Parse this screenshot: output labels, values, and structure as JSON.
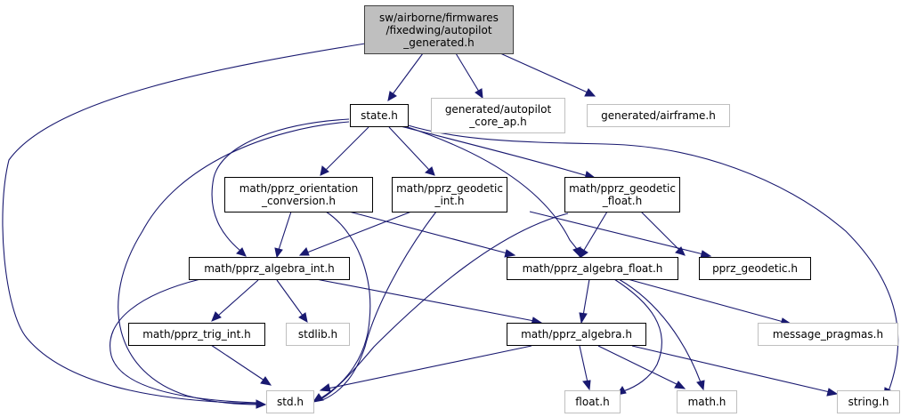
{
  "graph": {
    "title": "Include dependency graph for autopilot_generated.h",
    "colors": {
      "edge": "#191970",
      "root_fill": "#bfbfbf",
      "local_border": "#000000",
      "external_border": "#bfbfbf"
    },
    "nodes": {
      "root": {
        "label": "sw/airborne/firmwares\n/fixedwing/autopilot\n_generated.h",
        "kind": "root"
      },
      "state": {
        "label": "state.h",
        "kind": "local"
      },
      "autopilot_core_ap": {
        "label": "generated/autopilot\n_core_ap.h",
        "kind": "external"
      },
      "airframe": {
        "label": "generated/airframe.h",
        "kind": "external"
      },
      "orientation_conversion": {
        "label": "math/pprz_orientation\n_conversion.h",
        "kind": "local"
      },
      "geodetic_int": {
        "label": "math/pprz_geodetic\n_int.h",
        "kind": "local"
      },
      "geodetic_float": {
        "label": "math/pprz_geodetic\n_float.h",
        "kind": "local"
      },
      "algebra_int": {
        "label": "math/pprz_algebra_int.h",
        "kind": "local"
      },
      "algebra_float": {
        "label": "math/pprz_algebra_float.h",
        "kind": "local"
      },
      "pprz_geodetic": {
        "label": "pprz_geodetic.h",
        "kind": "local"
      },
      "trig_int": {
        "label": "math/pprz_trig_int.h",
        "kind": "local"
      },
      "stdlib": {
        "label": "stdlib.h",
        "kind": "external"
      },
      "algebra": {
        "label": "math/pprz_algebra.h",
        "kind": "local"
      },
      "message_pragmas": {
        "label": "message_pragmas.h",
        "kind": "external"
      },
      "std": {
        "label": "std.h",
        "kind": "external"
      },
      "float": {
        "label": "float.h",
        "kind": "external"
      },
      "math": {
        "label": "math.h",
        "kind": "external"
      },
      "string": {
        "label": "string.h",
        "kind": "external"
      }
    },
    "edges": [
      [
        "root",
        "state"
      ],
      [
        "root",
        "autopilot_core_ap"
      ],
      [
        "root",
        "airframe"
      ],
      [
        "root",
        "std"
      ],
      [
        "state",
        "orientation_conversion"
      ],
      [
        "state",
        "geodetic_int"
      ],
      [
        "state",
        "geodetic_float"
      ],
      [
        "state",
        "algebra_int"
      ],
      [
        "state",
        "algebra_float"
      ],
      [
        "state",
        "std"
      ],
      [
        "state",
        "string"
      ],
      [
        "orientation_conversion",
        "algebra_int"
      ],
      [
        "orientation_conversion",
        "algebra_float"
      ],
      [
        "orientation_conversion",
        "std"
      ],
      [
        "geodetic_int",
        "algebra_int"
      ],
      [
        "geodetic_int",
        "pprz_geodetic"
      ],
      [
        "geodetic_int",
        "std"
      ],
      [
        "geodetic_float",
        "algebra_float"
      ],
      [
        "geodetic_float",
        "pprz_geodetic"
      ],
      [
        "geodetic_float",
        "std"
      ],
      [
        "algebra_int",
        "trig_int"
      ],
      [
        "algebra_int",
        "stdlib"
      ],
      [
        "algebra_int",
        "algebra"
      ],
      [
        "algebra_int",
        "std"
      ],
      [
        "algebra_float",
        "algebra"
      ],
      [
        "algebra_float",
        "message_pragmas"
      ],
      [
        "algebra_float",
        "float"
      ],
      [
        "algebra_float",
        "math"
      ],
      [
        "trig_int",
        "std"
      ],
      [
        "algebra",
        "std"
      ],
      [
        "algebra",
        "float"
      ],
      [
        "algebra",
        "math"
      ],
      [
        "algebra",
        "string"
      ]
    ]
  }
}
